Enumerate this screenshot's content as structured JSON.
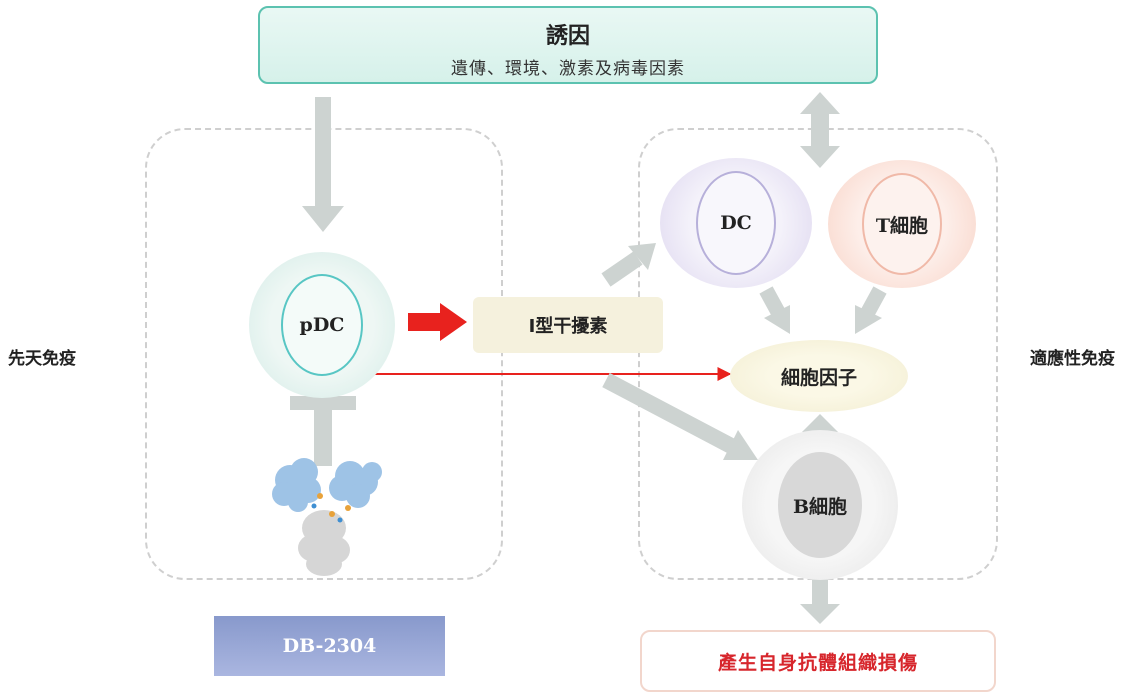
{
  "trigger": {
    "title": "誘因",
    "subtitle": "遺傳、環境、激素及病毒因素"
  },
  "side_labels": {
    "left": "先天免疫",
    "right": "適應性免疫"
  },
  "cells": {
    "pdc": "pDC",
    "dc": "DC",
    "tcell": "T細胞",
    "bcell": "B細胞"
  },
  "interferon": "I型干擾素",
  "cytokine": "細胞因子",
  "drug": "DB-2304",
  "result": "產生自身抗體組織損傷",
  "colors": {
    "inhibit_arrow": "#e8221e",
    "gray_arrow": "#cdd3d1",
    "trigger_border": "#5cc2b0"
  }
}
